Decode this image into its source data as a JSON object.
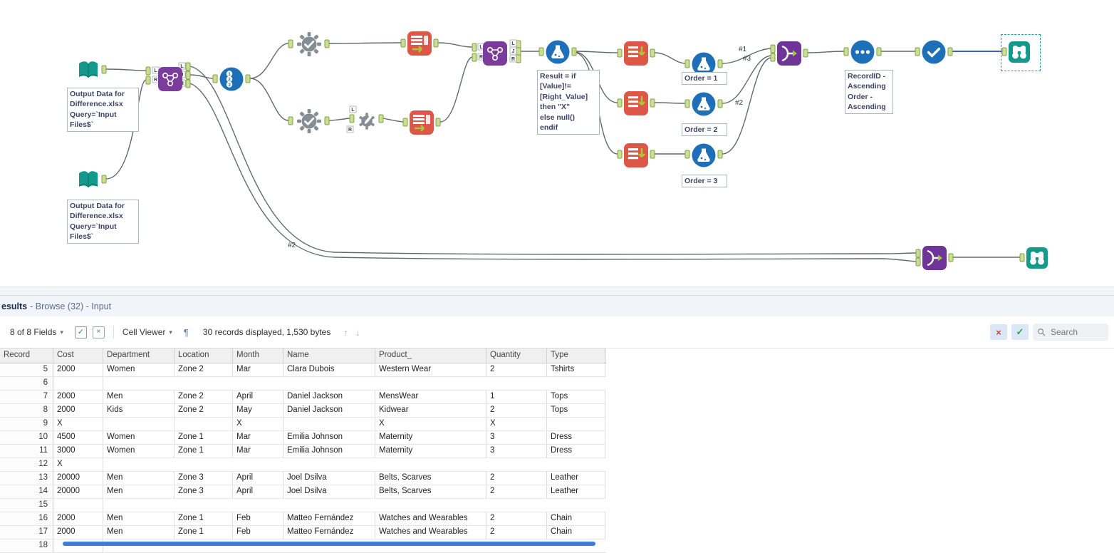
{
  "canvas": {
    "port_labels": {
      "L": "L",
      "R": "R",
      "J": "J"
    },
    "connection_labels": {
      "c1": "#1",
      "c2": "#2",
      "c3": "#3",
      "b2": "#2"
    },
    "record_id_digits": [
      "1",
      "2",
      "3"
    ],
    "annotations": {
      "input1": "Output Data for\nDifference.xlsx\nQuery=`Input\nFiles$`",
      "input2": "Output Data for\nDifference.xlsx\nQuery=`Input\nFiles$`",
      "formula": "Result = if\n[Value]!=\n[Right_Value]\nthen \"X\"\nelse null()\nendif",
      "order1": "Order = 1",
      "order2": "Order = 2",
      "order3": "Order = 3",
      "sort": "RecordID -\nAscending\nOrder -\nAscending"
    }
  },
  "results": {
    "header": {
      "title": "esults",
      "context": "- Browse (32) - Input"
    },
    "toolbar": {
      "fields": "8 of 8 Fields",
      "cell_viewer": "Cell Viewer",
      "records_info": "30 records displayed, 1,530 bytes",
      "search_placeholder": "Search",
      "icons": {
        "chevron": "▾",
        "pilcrow": "¶",
        "up": "↑",
        "down": "↓",
        "cancel": "×",
        "apply": "✓",
        "checkbox_check": "✓",
        "box_x": "×"
      }
    },
    "table": {
      "columns": [
        "Record",
        "Cost",
        "Department",
        "Location",
        "Month",
        "Name",
        "Product_",
        "Quantity",
        "Type"
      ],
      "rows": [
        {
          "cells": [
            "5",
            "2000",
            "Women",
            "Zone 2",
            "Mar",
            "Clara Dubois",
            "Western Wear",
            "2",
            "Tshirts"
          ],
          "sparse": false
        },
        {
          "cells": [
            "6",
            "",
            "",
            "",
            "",
            "",
            "",
            "",
            ""
          ],
          "sparse": true
        },
        {
          "cells": [
            "7",
            "2000",
            "Men",
            "Zone 2",
            "April",
            "Daniel Jackson",
            "MensWear",
            "1",
            "Tops"
          ],
          "sparse": false
        },
        {
          "cells": [
            "8",
            "2000",
            "Kids",
            "Zone 2",
            "May",
            "Daniel Jackson",
            "Kidwear",
            "2",
            "Tops"
          ],
          "sparse": false
        },
        {
          "cells": [
            "9",
            "X",
            "",
            "",
            "X",
            "",
            "X",
            "X",
            ""
          ],
          "sparse": false
        },
        {
          "cells": [
            "10",
            "4500",
            "Women",
            "Zone 1",
            "Mar",
            "Emilia Johnson",
            "Maternity",
            "3",
            "Dress"
          ],
          "sparse": false
        },
        {
          "cells": [
            "11",
            "3000",
            "Women",
            "Zone 1",
            "Mar",
            "Emilia Johnson",
            "Maternity",
            "3",
            "Dress"
          ],
          "sparse": false
        },
        {
          "cells": [
            "12",
            "X",
            "",
            "",
            "",
            "",
            "",
            "",
            ""
          ],
          "sparse": true
        },
        {
          "cells": [
            "13",
            "20000",
            "Men",
            "Zone 3",
            "April",
            "Joel Dsilva",
            "Belts, Scarves",
            "2",
            "Leather"
          ],
          "sparse": false
        },
        {
          "cells": [
            "14",
            "20000",
            "Men",
            "Zone 3",
            "April",
            "Joel Dsilva",
            "Belts, Scarves",
            "2",
            "Leather"
          ],
          "sparse": false
        },
        {
          "cells": [
            "15",
            "",
            "",
            "",
            "",
            "",
            "",
            "",
            ""
          ],
          "sparse": true
        },
        {
          "cells": [
            "16",
            "2000",
            "Men",
            "Zone 1",
            "Feb",
            "Matteo Fernández",
            "Watches and Wearables",
            "2",
            "Chain"
          ],
          "sparse": false
        },
        {
          "cells": [
            "17",
            "2000",
            "Men",
            "Zone 1",
            "Feb",
            "Matteo Fernández",
            "Watches and Wearables",
            "2",
            "Chain"
          ],
          "sparse": false
        },
        {
          "cells": [
            "18",
            "",
            "",
            "",
            "",
            "",
            "",
            "",
            ""
          ],
          "sparse": true
        }
      ]
    }
  },
  "colors": {
    "teal": "#139a8c",
    "purple": "#7a3d9c",
    "blue": "#1d6fb8",
    "orange": "#dd5647",
    "anchor_green": "#cbdf92",
    "selected_wire": "#3b5bd7"
  }
}
